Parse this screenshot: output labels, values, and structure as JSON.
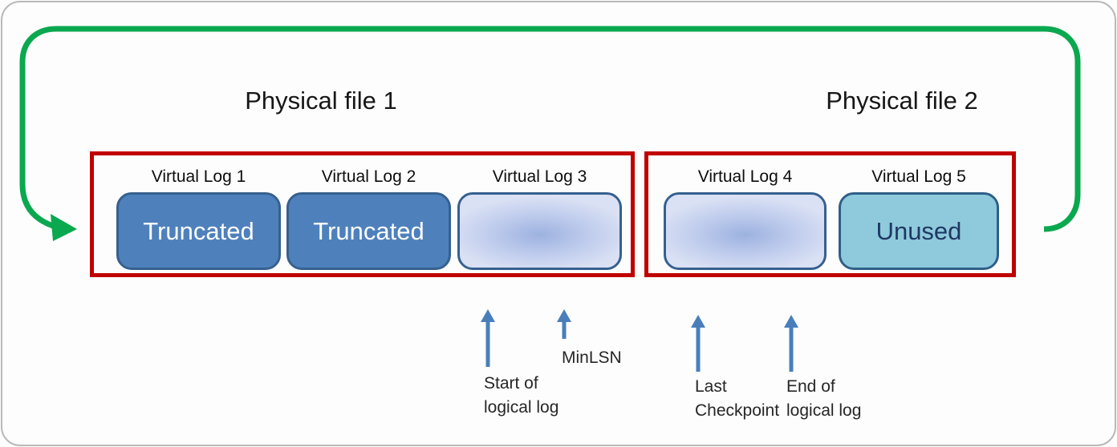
{
  "diagram": {
    "physical_files": [
      {
        "title": "Physical file 1",
        "virtual_logs": [
          {
            "label": "Virtual Log 1",
            "value": "Truncated",
            "style": "filled"
          },
          {
            "label": "Virtual Log 2",
            "value": "Truncated",
            "style": "filled"
          },
          {
            "label": "Virtual Log 3",
            "value": "",
            "style": "gradient"
          }
        ]
      },
      {
        "title": "Physical file 2",
        "virtual_logs": [
          {
            "label": "Virtual Log 4",
            "value": "",
            "style": "gradient"
          },
          {
            "label": "Virtual Log 5",
            "value": "Unused",
            "style": "unused"
          }
        ]
      }
    ],
    "annotations": {
      "start_of_logical_log": "Start of\nlogical log",
      "minlsn": "MinLSN",
      "last_checkpoint": "Last\nCheckpoint",
      "end_of_logical_log": "End of\nlogical log"
    },
    "icons": {
      "wrap_around_arrow": "green-wrap-around-arrow",
      "pointer_arrows": "blue-up-arrow"
    },
    "colors": {
      "wrap_arrow_green": "#0aa84f",
      "physical_file_border_red": "#c00000",
      "truncated_fill_blue": "#4e81bc",
      "vlog_border_blue": "#36608f",
      "active_gradient_center": "#9db2e0",
      "active_gradient_edge": "#dae1f4",
      "unused_fill_teal": "#8ecadb",
      "unused_text_navy": "#1f3864",
      "annotation_arrow_blue": "#4a7ebb",
      "text_black": "#171717"
    }
  }
}
